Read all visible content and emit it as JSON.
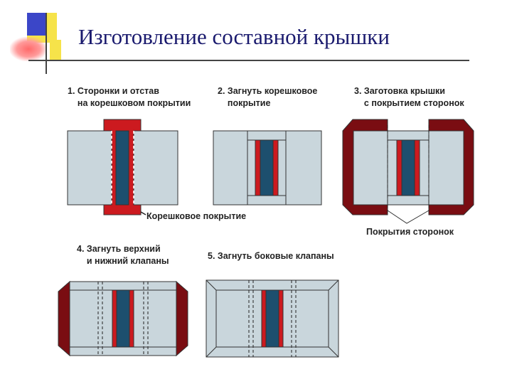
{
  "slide": {
    "title": "Изготовление составной крышки"
  },
  "steps": [
    {
      "caption": "1. Сторонки и отстав\n    на корешковом покрытии"
    },
    {
      "caption": "2. Загнуть корешковое\n    покрытие"
    },
    {
      "caption": "3. Заготовка крышки\n    с покрытием сторонок"
    },
    {
      "caption": "4. Загнуть верхний\n    и нижний клапаны"
    },
    {
      "caption": "5. Загнуть боковые клапаны"
    }
  ],
  "labels": {
    "spine_cover": "Корешковое покрытие",
    "board_cover": "Покрытия сторонок"
  },
  "colors": {
    "board": "#c9d6dc",
    "red": "#cc1a1f",
    "dark_red": "#7a0d12",
    "spine": "#1d4f6e",
    "title": "#1a1a6e"
  }
}
